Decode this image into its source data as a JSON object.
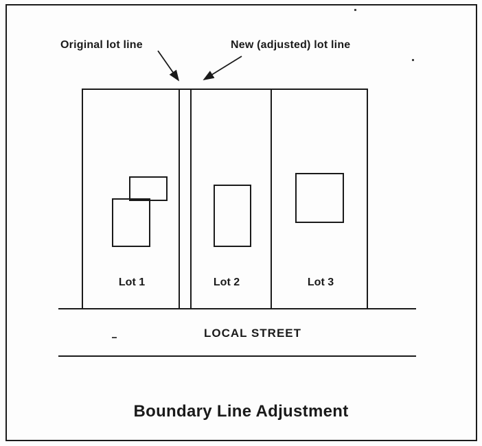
{
  "diagram": {
    "title": "Boundary Line Adjustment",
    "street_label": "LOCAL STREET",
    "annotations": {
      "original_lot_line": "Original lot line",
      "new_lot_line": "New (adjusted) lot line"
    },
    "lots": [
      {
        "label": "Lot 1",
        "buildings": 2
      },
      {
        "label": "Lot 2",
        "buildings": 1
      },
      {
        "label": "Lot 3",
        "buildings": 1
      }
    ],
    "colors": {
      "line": "#1a1a1a",
      "background": "#fdfdfd"
    }
  }
}
